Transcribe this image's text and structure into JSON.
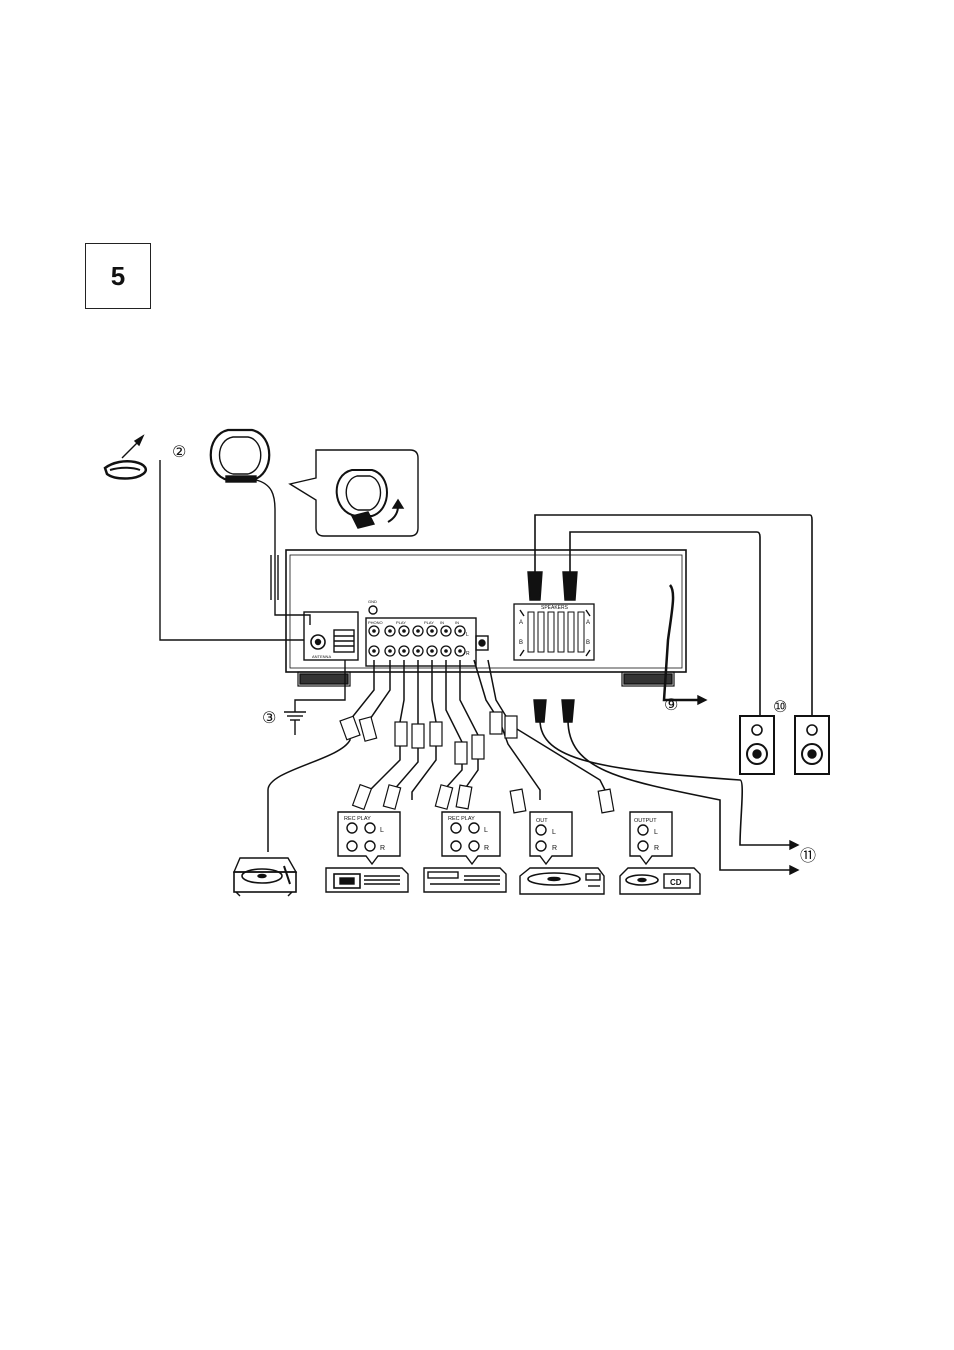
{
  "step": {
    "number": "5"
  },
  "callouts": {
    "c2": "②",
    "c3": "③",
    "c9": "⑨",
    "c10": "⑩",
    "c11": "⑪"
  },
  "speaker_panel": {
    "title": "SPEAKERS",
    "a": "A",
    "b": "B"
  },
  "receiver_jacks": {
    "phono": "PHONO",
    "play1": "PLAY",
    "play2": "PLAY",
    "in1": "IN",
    "in2": "IN",
    "l": "L",
    "r": "R",
    "gnd": "GND",
    "antenna": "ANTENNA"
  },
  "devices": {
    "tape_deck": {
      "label": "REC PLAY",
      "l": "L",
      "r": "R"
    },
    "vcr": {
      "label": "REC PLAY",
      "l": "L",
      "r": "R"
    },
    "laserdisc": {
      "label": "OUT",
      "l": "L",
      "r": "R"
    },
    "cd_player": {
      "label": "OUTPUT",
      "l": "L",
      "r": "R",
      "badge": "CD"
    }
  },
  "icons": [
    "fm-antenna-icon",
    "loop-antenna-icon",
    "ground-icon",
    "speaker-icon",
    "turntable-icon",
    "tape-deck-icon",
    "vcr-icon",
    "laserdisc-player-icon",
    "cd-player-icon"
  ]
}
